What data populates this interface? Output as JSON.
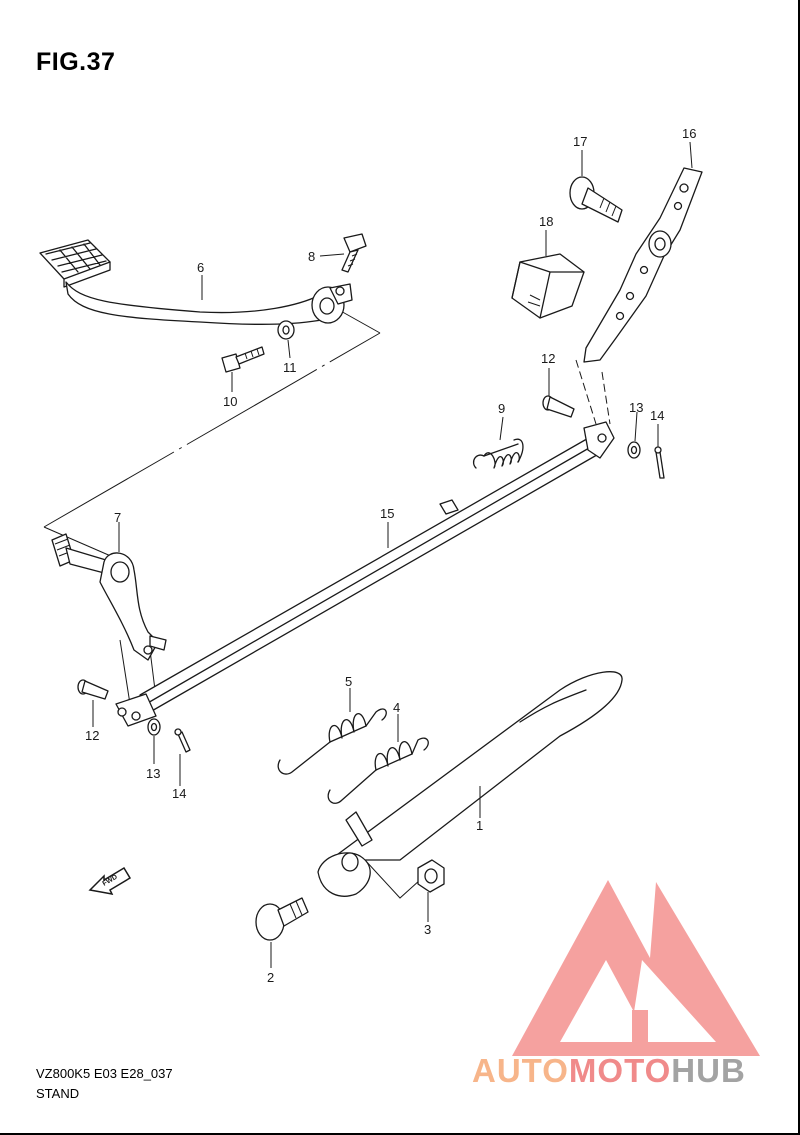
{
  "figure": {
    "title": "FIG.37",
    "code": "VZ800K5 E03 E28_037",
    "name": "STAND",
    "direction_label": "FWD"
  },
  "callouts": [
    "1",
    "2",
    "3",
    "4",
    "5",
    "6",
    "7",
    "8",
    "9",
    "10",
    "11",
    "12",
    "12",
    "13",
    "13",
    "14",
    "14",
    "15",
    "16",
    "17",
    "18"
  ],
  "watermark": {
    "part1": "AUTO",
    "part2": "MOTO",
    "part3": "HUB",
    "color1": "#f7b58a",
    "color2": "#f08a8a",
    "color3": "#a3a3a3",
    "logo_color": "#f4918f"
  },
  "colors": {
    "line": "#1a1a1a",
    "background": "#ffffff"
  },
  "icons": [
    "fwd-arrow-icon",
    "automotohub-logo-icon"
  ]
}
